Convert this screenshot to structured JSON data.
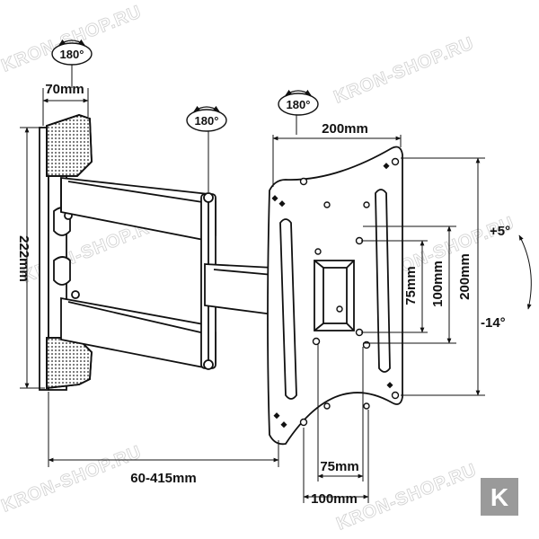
{
  "rotation_labels": {
    "wall": "180°",
    "elbow": "180°",
    "head": "180°"
  },
  "dimensions": {
    "wall_plate_width": "70mm",
    "wall_plate_height": "222mm",
    "extension": "60-415mm",
    "vesa_outer_width": "200mm",
    "vesa_outer_height": "200mm",
    "vesa_mid_height": "100mm",
    "vesa_inner_height": "75mm",
    "vesa_inner_width": "75mm",
    "vesa_mid_width": "100mm"
  },
  "tilt": {
    "up": "+5°",
    "down": "-14°"
  },
  "watermark": {
    "text": "KRON-SHOP.RU",
    "logo_letter": "K"
  },
  "colors": {
    "line": "#111111",
    "watermark": "#d4d4d4",
    "logo_bg": "#9a9a9a"
  }
}
